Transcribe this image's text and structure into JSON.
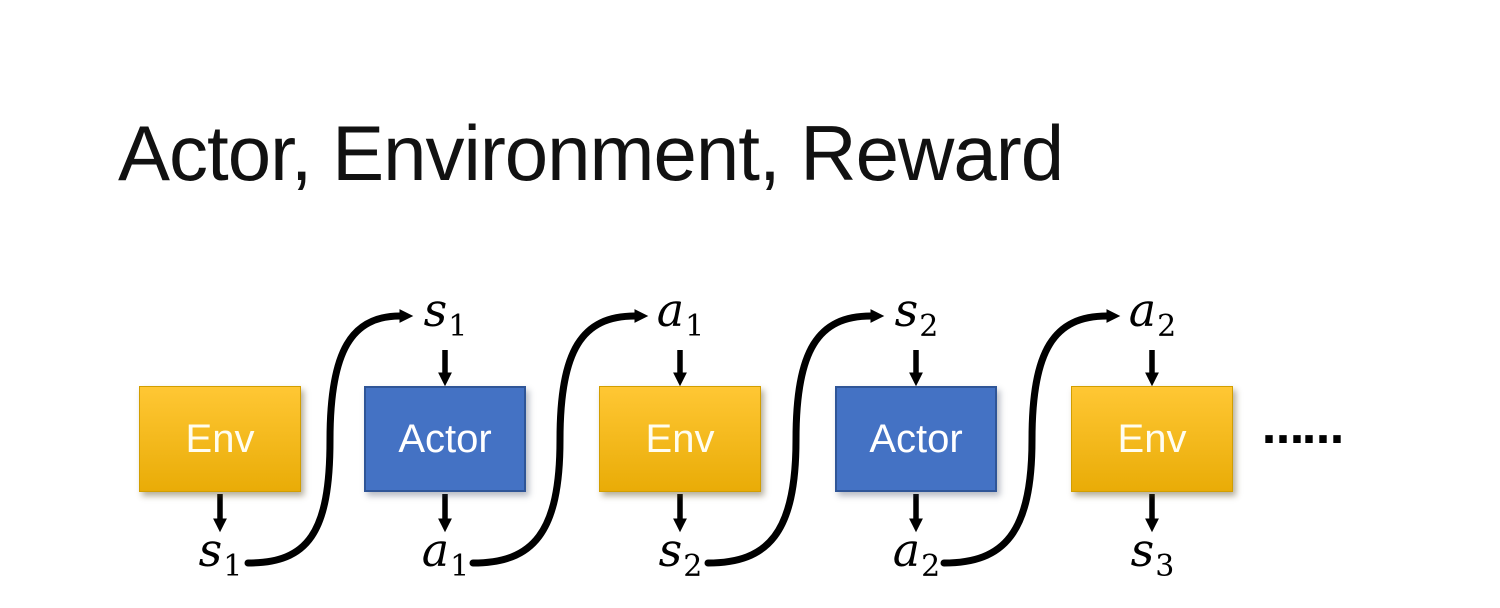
{
  "slide": {
    "title": "Actor, Environment, Reward",
    "ellipsis": "……"
  },
  "colors": {
    "env_top": "#FFC734",
    "env_bottom": "#E9AC07",
    "env_border": "#D29E00",
    "actor_fill": "#4472C4",
    "actor_border": "#2F5597",
    "arrow": "#000000",
    "title_text": "#111111"
  },
  "diagram": {
    "boxes": [
      {
        "label": "Env",
        "type": "env"
      },
      {
        "label": "Actor",
        "type": "actor"
      },
      {
        "label": "Env",
        "type": "env"
      },
      {
        "label": "Actor",
        "type": "actor"
      },
      {
        "label": "Env",
        "type": "env"
      }
    ],
    "top_labels": [
      {
        "base": "s",
        "sub": "1"
      },
      {
        "base": "a",
        "sub": "1"
      },
      {
        "base": "s",
        "sub": "2"
      },
      {
        "base": "a",
        "sub": "2"
      }
    ],
    "bottom_labels": [
      {
        "base": "s",
        "sub": "1"
      },
      {
        "base": "a",
        "sub": "1"
      },
      {
        "base": "s",
        "sub": "2"
      },
      {
        "base": "a",
        "sub": "2"
      },
      {
        "base": "s",
        "sub": "3"
      }
    ]
  }
}
